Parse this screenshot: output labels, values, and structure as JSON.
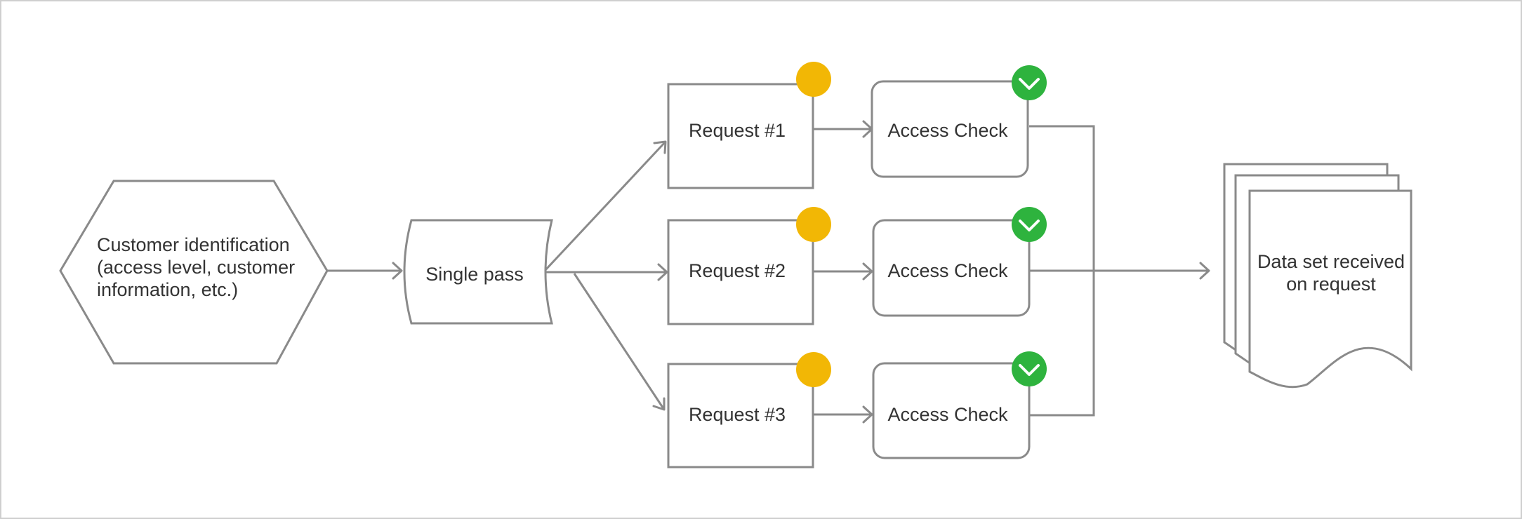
{
  "colors": {
    "stroke": "#8a8a8a",
    "text": "#333333",
    "pending_badge": "#f2b705",
    "check_badge": "#2eb33e",
    "frame": "#cfcfcf"
  },
  "nodes": {
    "customer": {
      "line1": "Customer identification",
      "line2": "(access level, customer",
      "line3": "information, etc.)"
    },
    "single_pass": {
      "label": "Single pass"
    },
    "requests": [
      {
        "label": "Request #1",
        "badge": "pending-dot"
      },
      {
        "label": "Request #2",
        "badge": "pending-dot"
      },
      {
        "label": "Request #3",
        "badge": "pending-dot"
      }
    ],
    "access_checks": [
      {
        "label": "Access Check",
        "badge": "check-icon"
      },
      {
        "label": "Access Check",
        "badge": "check-icon"
      },
      {
        "label": "Access Check",
        "badge": "check-icon"
      }
    ],
    "dataset": {
      "line1": "Data set received",
      "line2": "on request"
    }
  }
}
